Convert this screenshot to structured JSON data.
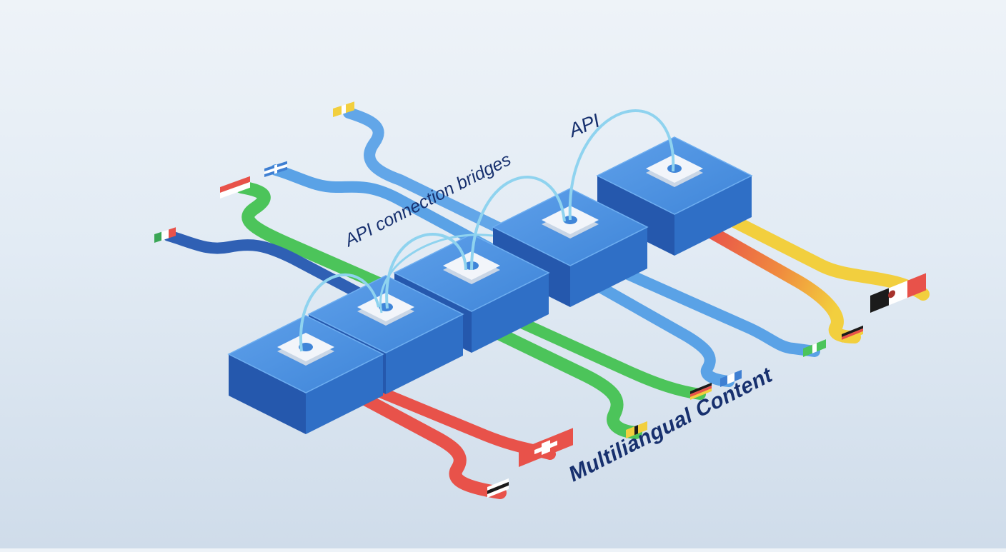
{
  "labels": {
    "bridges": "API connection bridges",
    "api": "API",
    "content": "Multiliangual Content"
  },
  "colors": {
    "background_top": "#eef3f8",
    "background_bottom": "#cfdcea",
    "box_top": "#4a8fe0",
    "box_side": "#2f6fc6",
    "box_front": "#2558ad",
    "port": "#f2f5fa",
    "bridge": "#8fd3ef",
    "stream_blue": "#5aa2e6",
    "stream_navy": "#2f60b4",
    "stream_green": "#4cc45a",
    "stream_red": "#e8524a",
    "stream_yellow": "#f2cf3e",
    "label_text": "#17306e"
  },
  "nodes": [
    {
      "name": "node-1"
    },
    {
      "name": "node-2"
    },
    {
      "name": "node-3"
    },
    {
      "name": "node-4"
    },
    {
      "name": "node-5"
    }
  ],
  "flag_icons": [
    "flag-yellow-icon",
    "flag-blue-white-icon",
    "flag-red-white-icon",
    "flag-italy-icon",
    "flag-germany-icon",
    "flag-swiss-icon",
    "flag-red-white-icon",
    "flag-blue-icon",
    "flag-green-icon",
    "flag-yellow-icon"
  ]
}
